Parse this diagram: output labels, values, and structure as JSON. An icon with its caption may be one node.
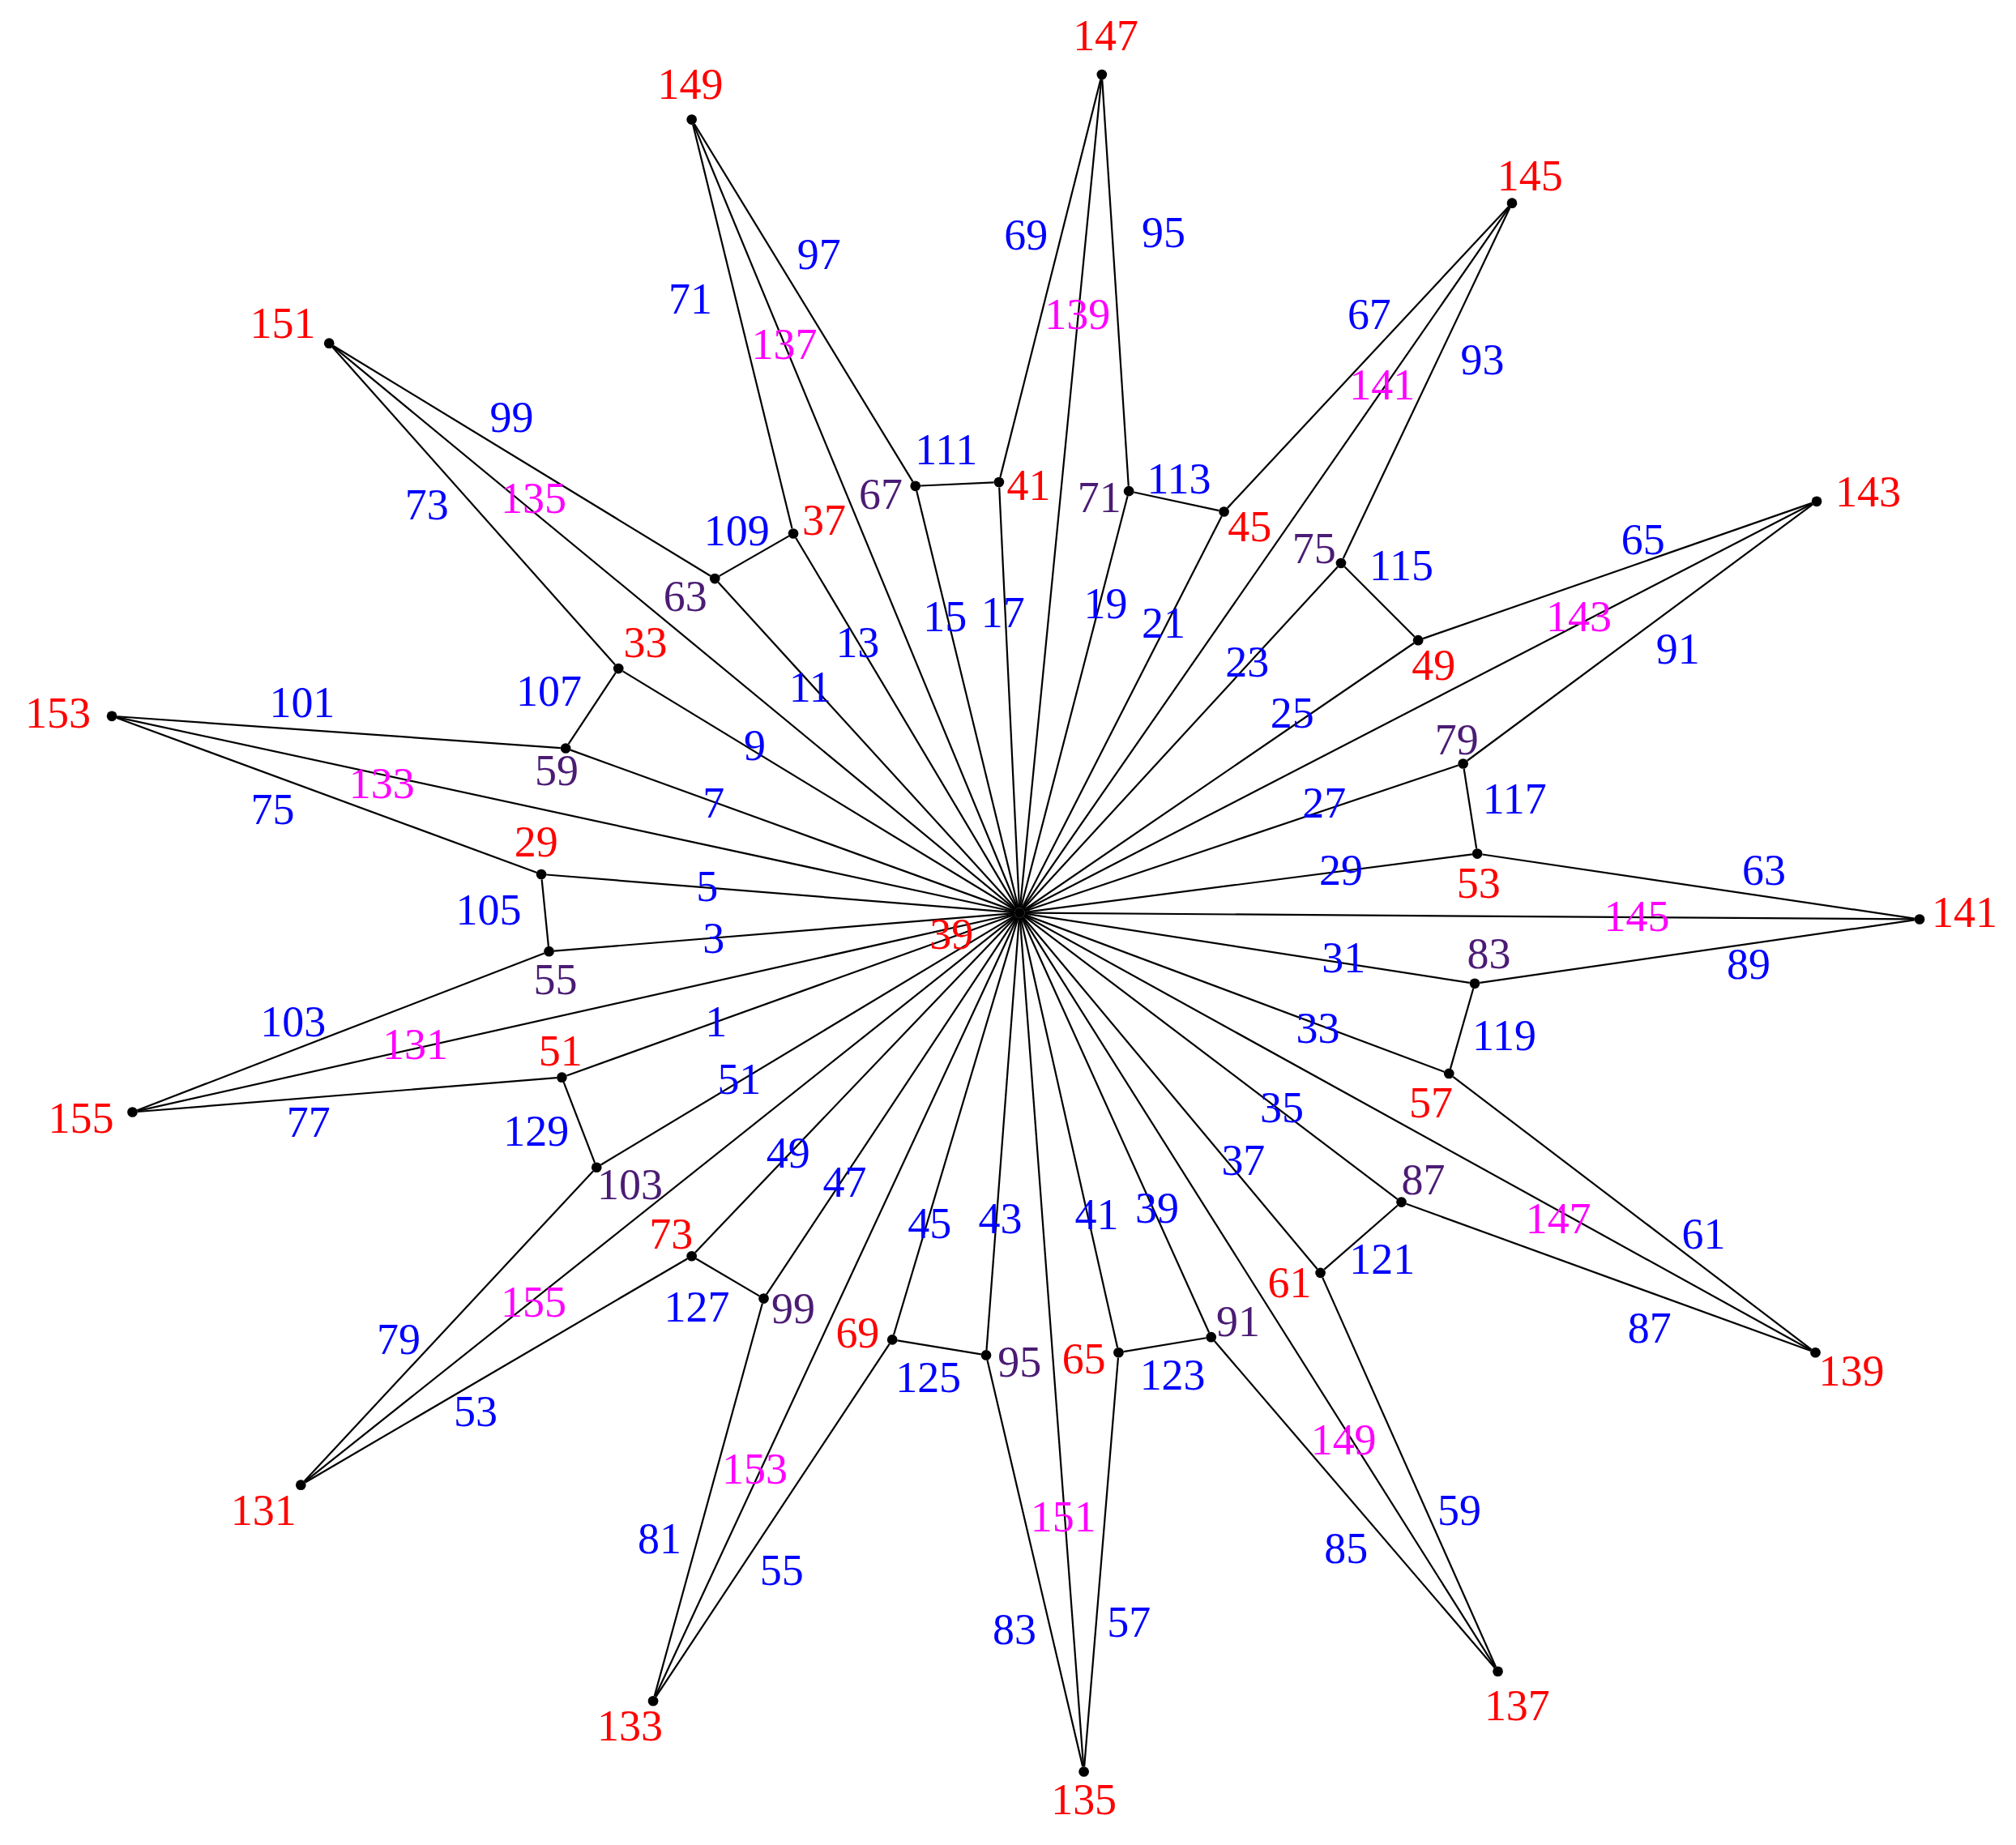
{
  "diagram": {
    "nodes": [
      {
        "text": [
          "39"
        ]
      },
      {
        "text": [
          "147"
        ]
      },
      {
        "text": [
          "41"
        ]
      },
      {
        "text": [
          "71"
        ]
      },
      {
        "text": [
          "145"
        ]
      },
      {
        "text": [
          "45"
        ]
      },
      {
        "text": [
          "75"
        ]
      },
      {
        "text": [
          "143"
        ]
      },
      {
        "text": [
          "49"
        ]
      },
      {
        "text": [
          "79"
        ]
      },
      {
        "text": [
          "141"
        ]
      },
      {
        "text": [
          "53"
        ]
      },
      {
        "text": [
          "83"
        ]
      },
      {
        "text": [
          "139"
        ]
      },
      {
        "text": [
          "57"
        ]
      },
      {
        "text": [
          "87"
        ]
      },
      {
        "text": [
          "137"
        ]
      },
      {
        "text": [
          "61"
        ]
      },
      {
        "text": [
          "91"
        ]
      },
      {
        "text": [
          "135"
        ]
      },
      {
        "text": [
          "65"
        ]
      },
      {
        "text": [
          "95"
        ]
      },
      {
        "text": [
          "133"
        ]
      },
      {
        "text": [
          "69"
        ]
      },
      {
        "text": [
          "99"
        ]
      },
      {
        "text": [
          "131"
        ]
      },
      {
        "text": [
          "73"
        ]
      },
      {
        "text": [
          "103"
        ]
      },
      {
        "text": [
          "155"
        ]
      },
      {
        "text": [
          "51"
        ]
      },
      {
        "text": [
          "55"
        ]
      },
      {
        "text": [
          "153"
        ]
      },
      {
        "text": [
          "29"
        ]
      },
      {
        "text": [
          "59"
        ]
      },
      {
        "text": [
          "151"
        ]
      },
      {
        "text": [
          "33"
        ]
      },
      {
        "text": [
          "63"
        ]
      },
      {
        "text": [
          "149"
        ]
      },
      {
        "text": [
          "37"
        ]
      },
      {
        "text": [
          "67"
        ]
      }
    ],
    "edges": [
      {
        "from": 0,
        "to": 29,
        "arrow": "none",
        "label": "1"
      },
      {
        "from": 0,
        "to": 30,
        "arrow": "none",
        "label": "3"
      },
      {
        "from": 0,
        "to": 32,
        "arrow": "none",
        "label": "5"
      },
      {
        "from": 0,
        "to": 33,
        "arrow": "none",
        "label": "7"
      },
      {
        "from": 0,
        "to": 35,
        "arrow": "none",
        "label": "9"
      },
      {
        "from": 0,
        "to": 36,
        "arrow": "none",
        "label": "11"
      },
      {
        "from": 0,
        "to": 38,
        "arrow": "none",
        "label": "13"
      },
      {
        "from": 0,
        "to": 39,
        "arrow": "none",
        "label": "15"
      },
      {
        "from": 0,
        "to": 2,
        "arrow": "none",
        "label": "17"
      },
      {
        "from": 0,
        "to": 3,
        "arrow": "none",
        "label": "19"
      },
      {
        "from": 0,
        "to": 5,
        "arrow": "none",
        "label": "21"
      },
      {
        "from": 0,
        "to": 6,
        "arrow": "none",
        "label": "23"
      },
      {
        "from": 0,
        "to": 8,
        "arrow": "none",
        "label": "25"
      },
      {
        "from": 0,
        "to": 9,
        "arrow": "none",
        "label": "27"
      },
      {
        "from": 0,
        "to": 11,
        "arrow": "none",
        "label": "29"
      },
      {
        "from": 0,
        "to": 12,
        "arrow": "none",
        "label": "31"
      },
      {
        "from": 0,
        "to": 14,
        "arrow": "none",
        "label": "33"
      },
      {
        "from": 0,
        "to": 15,
        "arrow": "none",
        "label": "35"
      },
      {
        "from": 0,
        "to": 17,
        "arrow": "none",
        "label": "37"
      },
      {
        "from": 0,
        "to": 18,
        "arrow": "none",
        "label": "39"
      },
      {
        "from": 0,
        "to": 20,
        "arrow": "none",
        "label": "41"
      },
      {
        "from": 0,
        "to": 21,
        "arrow": "none",
        "label": "43"
      },
      {
        "from": 0,
        "to": 23,
        "arrow": "none",
        "label": "45"
      },
      {
        "from": 0,
        "to": 24,
        "arrow": "none",
        "label": "47"
      },
      {
        "from": 0,
        "to": 26,
        "arrow": "none",
        "label": "49"
      },
      {
        "from": 0,
        "to": 27,
        "arrow": "none",
        "label": "51"
      },
      {
        "from": 25,
        "to": 26,
        "arrow": "none",
        "label": "53"
      },
      {
        "from": 22,
        "to": 23,
        "arrow": "none",
        "label": "55"
      },
      {
        "from": 19,
        "to": 20,
        "arrow": "none",
        "label": "57"
      },
      {
        "from": 16,
        "to": 17,
        "arrow": "none",
        "label": "59"
      },
      {
        "from": 13,
        "to": 14,
        "arrow": "none",
        "label": "61"
      },
      {
        "from": 10,
        "to": 11,
        "arrow": "none",
        "label": "63"
      },
      {
        "from": 7,
        "to": 8,
        "arrow": "none",
        "label": "65"
      },
      {
        "from": 4,
        "to": 5,
        "arrow": "none",
        "label": "67"
      },
      {
        "from": 1,
        "to": 2,
        "arrow": "none",
        "label": "69"
      },
      {
        "from": 37,
        "to": 38,
        "arrow": "none",
        "label": "71"
      },
      {
        "from": 34,
        "to": 35,
        "arrow": "none",
        "label": "73"
      },
      {
        "from": 31,
        "to": 32,
        "arrow": "none",
        "label": "75"
      },
      {
        "from": 28,
        "to": 29,
        "arrow": "none",
        "label": "77"
      },
      {
        "from": 25,
        "to": 27,
        "arrow": "none",
        "label": "79"
      },
      {
        "from": 22,
        "to": 24,
        "arrow": "none",
        "label": "81"
      },
      {
        "from": 19,
        "to": 21,
        "arrow": "none",
        "label": "83"
      },
      {
        "from": 16,
        "to": 18,
        "arrow": "none",
        "label": "85"
      },
      {
        "from": 13,
        "to": 15,
        "arrow": "none",
        "label": "87"
      },
      {
        "from": 10,
        "to": 12,
        "arrow": "none",
        "label": "89"
      },
      {
        "from": 7,
        "to": 9,
        "arrow": "none",
        "label": "91"
      },
      {
        "from": 4,
        "to": 6,
        "arrow": "none",
        "label": "93"
      },
      {
        "from": 1,
        "to": 3,
        "arrow": "none",
        "label": "95"
      },
      {
        "from": 37,
        "to": 39,
        "arrow": "none",
        "label": "97"
      },
      {
        "from": 34,
        "to": 36,
        "arrow": "none",
        "label": "99"
      },
      {
        "from": 31,
        "to": 33,
        "arrow": "none",
        "label": "101"
      },
      {
        "from": 28,
        "to": 30,
        "arrow": "none",
        "label": "103"
      },
      {
        "from": 32,
        "to": 30,
        "arrow": "none",
        "label": "105"
      },
      {
        "from": 35,
        "to": 33,
        "arrow": "none",
        "label": "107"
      },
      {
        "from": 38,
        "to": 36,
        "arrow": "none",
        "label": "109"
      },
      {
        "from": 2,
        "to": 39,
        "arrow": "none",
        "label": "111"
      },
      {
        "from": 5,
        "to": 3,
        "arrow": "none",
        "label": "113"
      },
      {
        "from": 8,
        "to": 6,
        "arrow": "none",
        "label": "115"
      },
      {
        "from": 11,
        "to": 9,
        "arrow": "none",
        "label": "117"
      },
      {
        "from": 14,
        "to": 12,
        "arrow": "none",
        "label": "119"
      },
      {
        "from": 17,
        "to": 15,
        "arrow": "none",
        "label": "121"
      },
      {
        "from": 20,
        "to": 18,
        "arrow": "none",
        "label": "123"
      },
      {
        "from": 23,
        "to": 21,
        "arrow": "none",
        "label": "125"
      },
      {
        "from": 26,
        "to": 24,
        "arrow": "none",
        "label": "127"
      },
      {
        "from": 29,
        "to": 27,
        "arrow": "none",
        "label": "129"
      },
      {
        "from": 28,
        "to": 0,
        "arrow": "none",
        "label": "131"
      },
      {
        "from": 31,
        "to": 0,
        "arrow": "none",
        "label": "133"
      },
      {
        "from": 34,
        "to": 0,
        "arrow": "none",
        "label": "135"
      },
      {
        "from": 37,
        "to": 0,
        "arrow": "none",
        "label": "137"
      },
      {
        "from": 1,
        "to": 0,
        "arrow": "none",
        "label": "139"
      },
      {
        "from": 4,
        "to": 0,
        "arrow": "none",
        "label": "141"
      },
      {
        "from": 7,
        "to": 0,
        "arrow": "none",
        "label": "143"
      },
      {
        "from": 10,
        "to": 0,
        "arrow": "none",
        "label": "145"
      },
      {
        "from": 13,
        "to": 0,
        "arrow": "none",
        "label": "147"
      },
      {
        "from": 16,
        "to": 0,
        "arrow": "none",
        "label": "149"
      },
      {
        "from": 19,
        "to": 0,
        "arrow": "none",
        "label": "151"
      },
      {
        "from": 22,
        "to": 0,
        "arrow": "none",
        "label": "153"
      },
      {
        "from": 25,
        "to": 0,
        "arrow": "none",
        "label": "155"
      }
    ]
  }
}
